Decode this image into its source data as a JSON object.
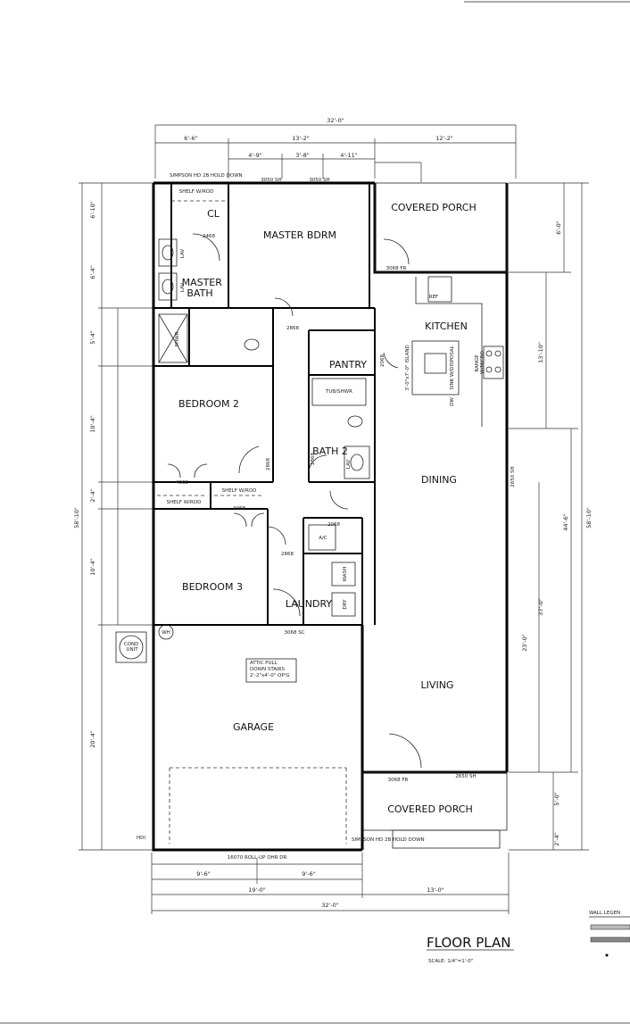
{
  "rooms": {
    "covered_porch_top": "COVERED PORCH",
    "master_bdrm": "MASTER BDRM",
    "cl": "CL",
    "master_bath": "MASTER\nBATH",
    "kitchen": "KITCHEN",
    "pantry": "PANTRY",
    "bedroom_2": "BEDROOM 2",
    "bath_2": "BATH 2",
    "dining": "DINING",
    "bedroom_3": "BEDROOM 3",
    "laundry": "LAUNDRY",
    "living": "LIVING",
    "garage": "GARAGE",
    "covered_porch_bottom": "COVERED PORCH"
  },
  "title": {
    "name": "FLOOR PLAN",
    "scale": "SCALE:   1/4\"=1'-0\""
  },
  "legend": {
    "header": "WALL LEGEN"
  },
  "dimensions": {
    "overall_top": "32'-0\"",
    "seg_top_1": "6'-6\"",
    "seg_top_2": "13'-2\"",
    "seg_top_3": "12'-2\"",
    "win_1": "4'-9\"",
    "win_2": "3'-8\"",
    "win_3": "4'-11\"",
    "left_overall": "58'-10\"",
    "left_seg_1": "6'-10\"",
    "left_seg_2": "6'-4\"",
    "left_seg_3": "5'-4\"",
    "left_seg_4": "10'-4\"",
    "left_seg_5": "2'-4\"",
    "left_seg_6": "10'-4\"",
    "left_seg_7": "20'-4\"",
    "right_overall": "58'-10\"",
    "right_seg_1": "6'-0\"",
    "right_seg_2": "13'-10\"",
    "right_seg_3": "44'-6\"",
    "right_seg_4": "37'-0\"",
    "right_seg_5": "23'-0\"",
    "right_seg_6": "5'-0\"",
    "right_seg_7": "2'-4\"",
    "bottom_seg_1": "9'-6\"",
    "bottom_seg_2": "9'-6\"",
    "bottom_mid_1": "19'-0\"",
    "bottom_mid_2": "13'-0\"",
    "overall_bottom": "32'-0\"",
    "garage_door": "16070 ROLL-UP OHR DR"
  },
  "notes": {
    "window_3050_sh_a": "3050 SH",
    "window_3050_sh_b": "3050 SH",
    "door_3068_fr_top": "3068 FR",
    "door_3068_fr_bottom": "3068 FR",
    "window_2650_sh": "2650 SH",
    "window_3068_sc": "3068 SC",
    "door_2468": "2468",
    "door_2868_a": "2868",
    "door_2868_b": "2868",
    "door_2868_c": "2868",
    "door_2868_d": "2868",
    "door_2068_ac": "2068",
    "door_4068_a": "4068",
    "door_4068_b": "4068",
    "door_2068_pantry": "2068",
    "shelf_1": "SHELF W/ROD",
    "shelf_2": "SHELF W/ROD",
    "shelf_3": "SHELF W/ROD",
    "tub": "TUB/SHWR",
    "shwr": "SHWR",
    "lav_a": "LAV",
    "lav_b": "LAV",
    "lav_c": "LAV",
    "ref": "REF",
    "range": "RANGE\nW/MICRO",
    "island": "3'-0\"x7'-0\" ISLAND",
    "sink": "SINK W/DISPOSAL",
    "dw": "DW",
    "ac": "A/C",
    "wash": "WASH",
    "dry": "DRY",
    "attic": "ATTIC PULL\nDOWN STAIRS\n2'-2\"x4'-0\" OP'G",
    "cond_unit": "COND\nUNIT",
    "wh": "WH",
    "hold_down": "SIMPSON HD 2B HOLD DOWN",
    "hdi": "HDI"
  }
}
